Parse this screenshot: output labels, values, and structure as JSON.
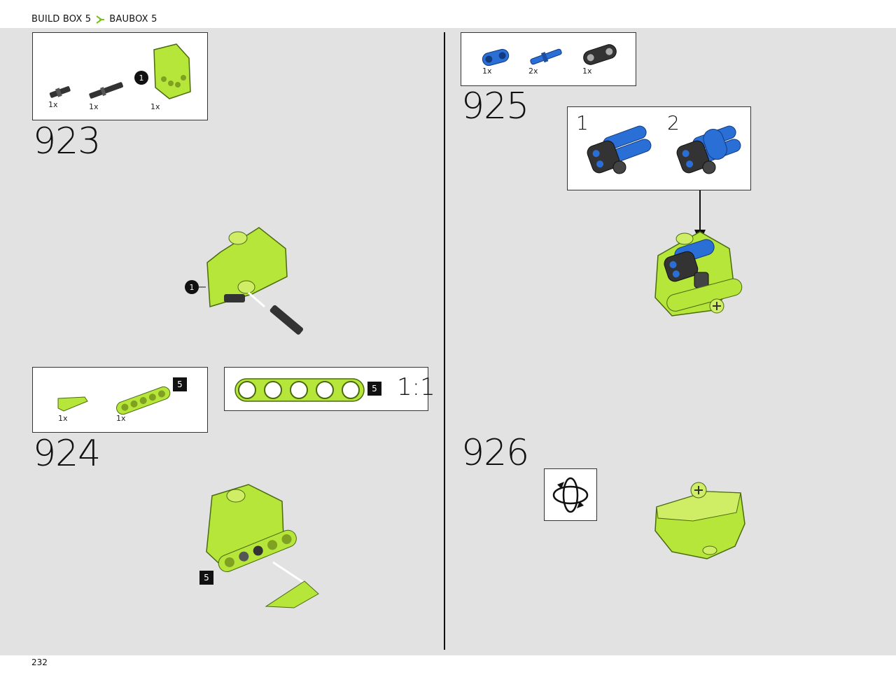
{
  "header": {
    "part1": "BUILD BOX 5",
    "part2": "BAUBOX 5"
  },
  "footer": {
    "page_number": "232"
  },
  "step923": {
    "number": "923",
    "parts": [
      {
        "qty": "1x"
      },
      {
        "qty": "1x"
      },
      {
        "qty": "1x"
      }
    ],
    "callout_marker": "1",
    "assembly_marker": "1"
  },
  "step924": {
    "number": "924",
    "parts": [
      {
        "qty": "1x"
      },
      {
        "qty": "1x"
      }
    ],
    "part_badge": "5",
    "scale_badge": "5",
    "scale_label": "1:1",
    "assembly_badge": "5"
  },
  "step925": {
    "number": "925",
    "parts": [
      {
        "qty": "1x"
      },
      {
        "qty": "2x"
      },
      {
        "qty": "1x"
      }
    ],
    "sub_steps": [
      {
        "label": "1"
      },
      {
        "label": "2"
      }
    ]
  },
  "step926": {
    "number": "926",
    "rotate_icon": "rotate-model-icon"
  },
  "colors": {
    "lime": "#b7e63a",
    "blue": "#2a6fd6",
    "dark": "#333333",
    "page": "#e2e2e2"
  }
}
